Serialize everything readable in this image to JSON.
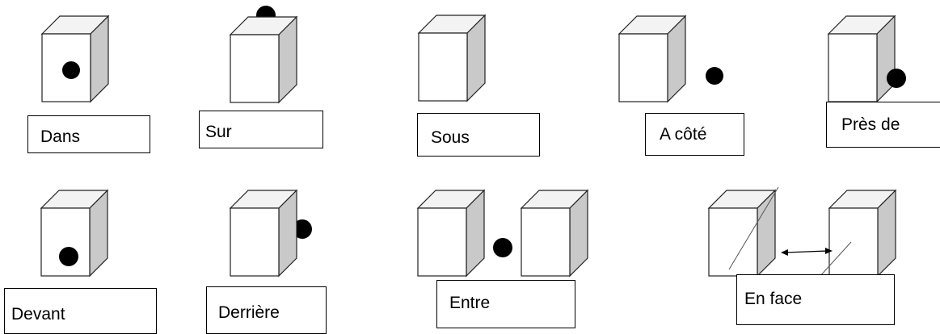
{
  "labels": {
    "dans": "Dans",
    "sur": "Sur",
    "sous": "Sous",
    "a_cote": "A côté",
    "pres_de": "Près de",
    "devant": "Devant",
    "derriere": "Derrière",
    "entre": "Entre",
    "en_face": "En face"
  },
  "colors": {
    "cube_front": "#ffffff",
    "cube_top": "#f3f3f3",
    "cube_side": "#c9c9c9",
    "outline": "#222222",
    "ball": "#000000"
  }
}
